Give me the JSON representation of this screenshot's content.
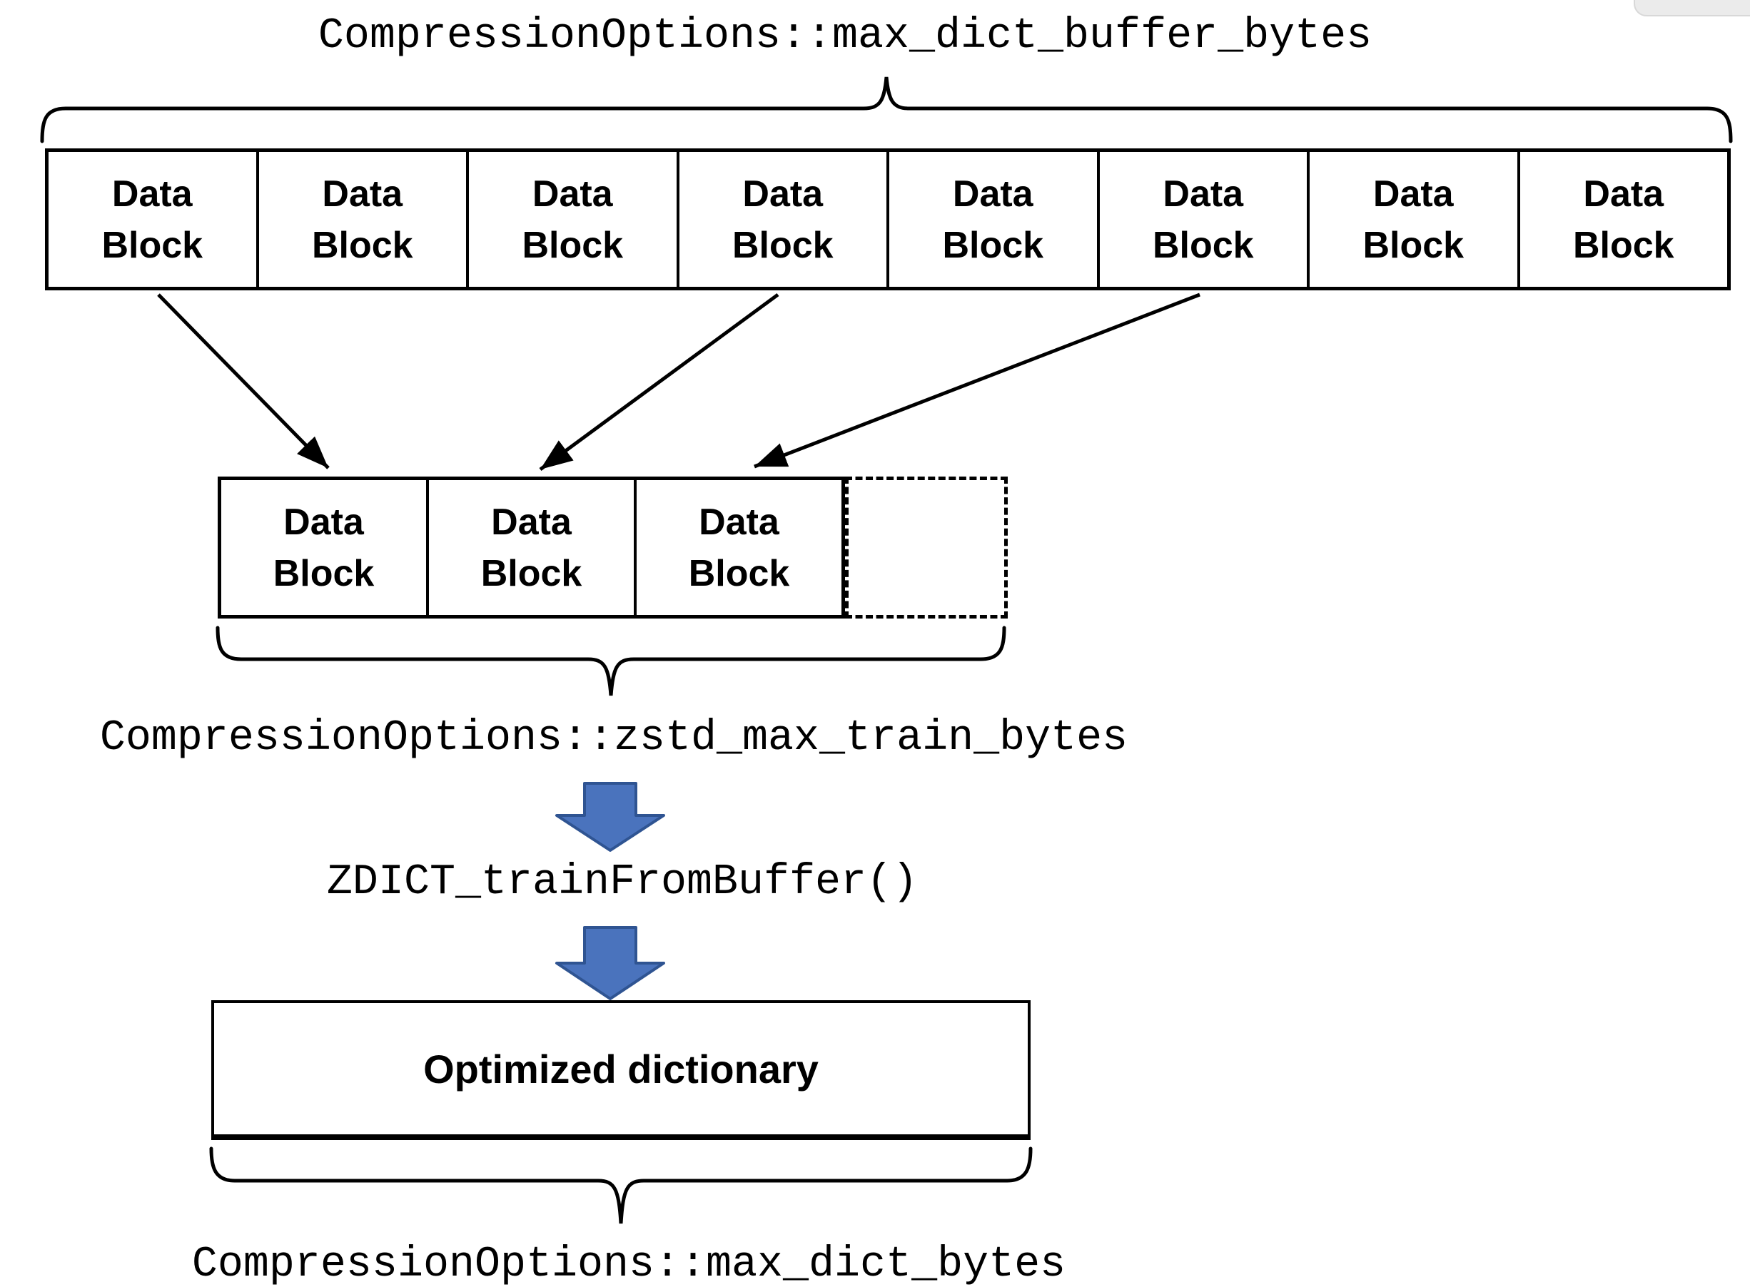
{
  "diagram": {
    "title": "CompressionOptions::max_dict_buffer_bytes",
    "buffer_row": {
      "blocks": [
        {
          "line1": "Data",
          "line2": "Block"
        },
        {
          "line1": "Data",
          "line2": "Block"
        },
        {
          "line1": "Data",
          "line2": "Block"
        },
        {
          "line1": "Data",
          "line2": "Block"
        },
        {
          "line1": "Data",
          "line2": "Block"
        },
        {
          "line1": "Data",
          "line2": "Block"
        },
        {
          "line1": "Data",
          "line2": "Block"
        },
        {
          "line1": "Data",
          "line2": "Block"
        }
      ]
    },
    "train_row": {
      "blocks": [
        {
          "line1": "Data",
          "line2": "Block"
        },
        {
          "line1": "Data",
          "line2": "Block"
        },
        {
          "line1": "Data",
          "line2": "Block"
        }
      ],
      "has_empty_dashed_slot": true
    },
    "train_label": "CompressionOptions::zstd_max_train_bytes",
    "function_label": "ZDICT_trainFromBuffer()",
    "output_box": {
      "label": "Optimized dictionary"
    },
    "dict_label": "CompressionOptions::max_dict_bytes"
  },
  "colors": {
    "background": "#ffffff",
    "line": "#000000",
    "blue_arrow_fill": "#4a73bd",
    "blue_arrow_stroke": "#2f5492",
    "chip_bg": "#ebebeb",
    "chip_border": "#d8d8d8"
  }
}
